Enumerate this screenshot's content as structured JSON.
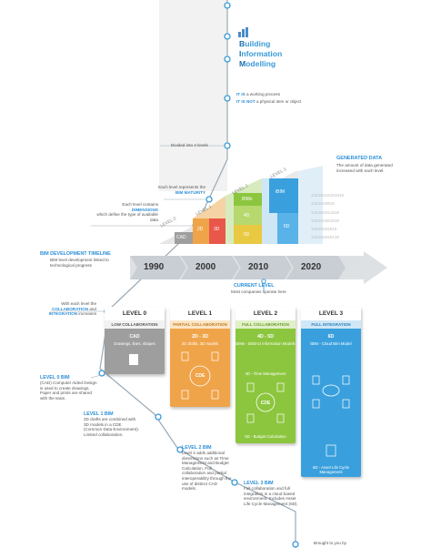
{
  "header": {
    "title_line1_initial": "B",
    "title_line1_rest": "uilding",
    "title_line2_initial": "I",
    "title_line2_rest": "nformation",
    "title_line3_initial": "M",
    "title_line3_rest": "odelling",
    "is_text_strong": "IT IS",
    "is_text": " a working process",
    "isnot_text_strong": "IT IS NOT",
    "isnot_text": " a physical item or object",
    "divided_text": "Divided into 4 levels"
  },
  "pyramid": {
    "maturity_text": "Each level represents the",
    "maturity_strong": "BIM MATURITY",
    "dimensions_pre": "Each level contains",
    "dimensions_strong": "DIMENSIONS",
    "dimensions_post": "which define the type of available data",
    "levels": [
      "LEVEL 0",
      "LEVEL 1",
      "LEVEL 2",
      "LEVEL 3"
    ],
    "cells": [
      "CAD",
      "2D",
      "3D",
      "BIMs",
      "4D",
      "5D",
      "iBIM",
      "6D"
    ]
  },
  "generated": {
    "title": "GENERATED DATA",
    "text": "The amount of data generated increased with each level.",
    "binary": [
      "11010110101010",
      "1101010010",
      "110101011010",
      "110101001010",
      "11010101010",
      "110101010110"
    ]
  },
  "timeline": {
    "title": "BIM DEVELOPMENT TIMELINE",
    "text": "BIM level development linked to technological progress",
    "years": [
      "1990",
      "2000",
      "2010",
      "2020"
    ],
    "current_title": "CURRENT LEVEL",
    "current_text": "Most companies operate here"
  },
  "collab": {
    "pre": "With each level the",
    "strong1": "COLLABORATION",
    "mid": " and",
    "strong2": "INTEGRATION",
    "post": " increases"
  },
  "cards": [
    {
      "head": "LEVEL 0",
      "sub": "LOW COLLABORATION",
      "top": "CAD",
      "desc": "Drawings, lines, shapes"
    },
    {
      "head": "LEVEL 1",
      "sub": "PARTIAL COLLABORATION",
      "top": "2D - 3D",
      "desc": "2D drafts, 3D models",
      "center": "CDE"
    },
    {
      "head": "LEVEL 2",
      "sub": "FULL COLLABORATION",
      "top": "4D - 5D",
      "desc": "BIMs - Distinct Information Models",
      "center": "CDE",
      "note1": "4D - Time Management",
      "note2": "5D - Budget Calculation"
    },
    {
      "head": "LEVEL 3",
      "sub": "FULL INTEGRATION",
      "top": "6D",
      "desc": "iBIM - Cloud Bim Model",
      "note2": "6D - Asset Life Cycle Management"
    }
  ],
  "notes": [
    {
      "title": "LEVEL 0 BIM",
      "text": "(CAD) Computer Aided Design is used to create drawings. Paper and prints are shared with the team."
    },
    {
      "title": "LEVEL 1 BIM",
      "text": "2D drafts are combined with 3D models in a CDE (Common Data Environment). Limited collaboration."
    },
    {
      "title": "LEVEL 2 BIM",
      "text": "Level 2 adds additional dimensions such as Time Management and Budget Calculation. Full collaboration and partial interoperability through the use of distinct CAD models."
    },
    {
      "title": "LEVEL 3 BIM",
      "text": "Full collaboration and full integration in a cloud based environment. Includes Asset Life Cycle Management (6D)."
    }
  ],
  "footer": {
    "text": "Brought to you by"
  },
  "colors": {
    "level0": "#9e9e9e",
    "level1": "#f0a44a",
    "level2": "#8cc63f",
    "level3": "#3aa0dd",
    "accent": "#2d8fd8"
  }
}
